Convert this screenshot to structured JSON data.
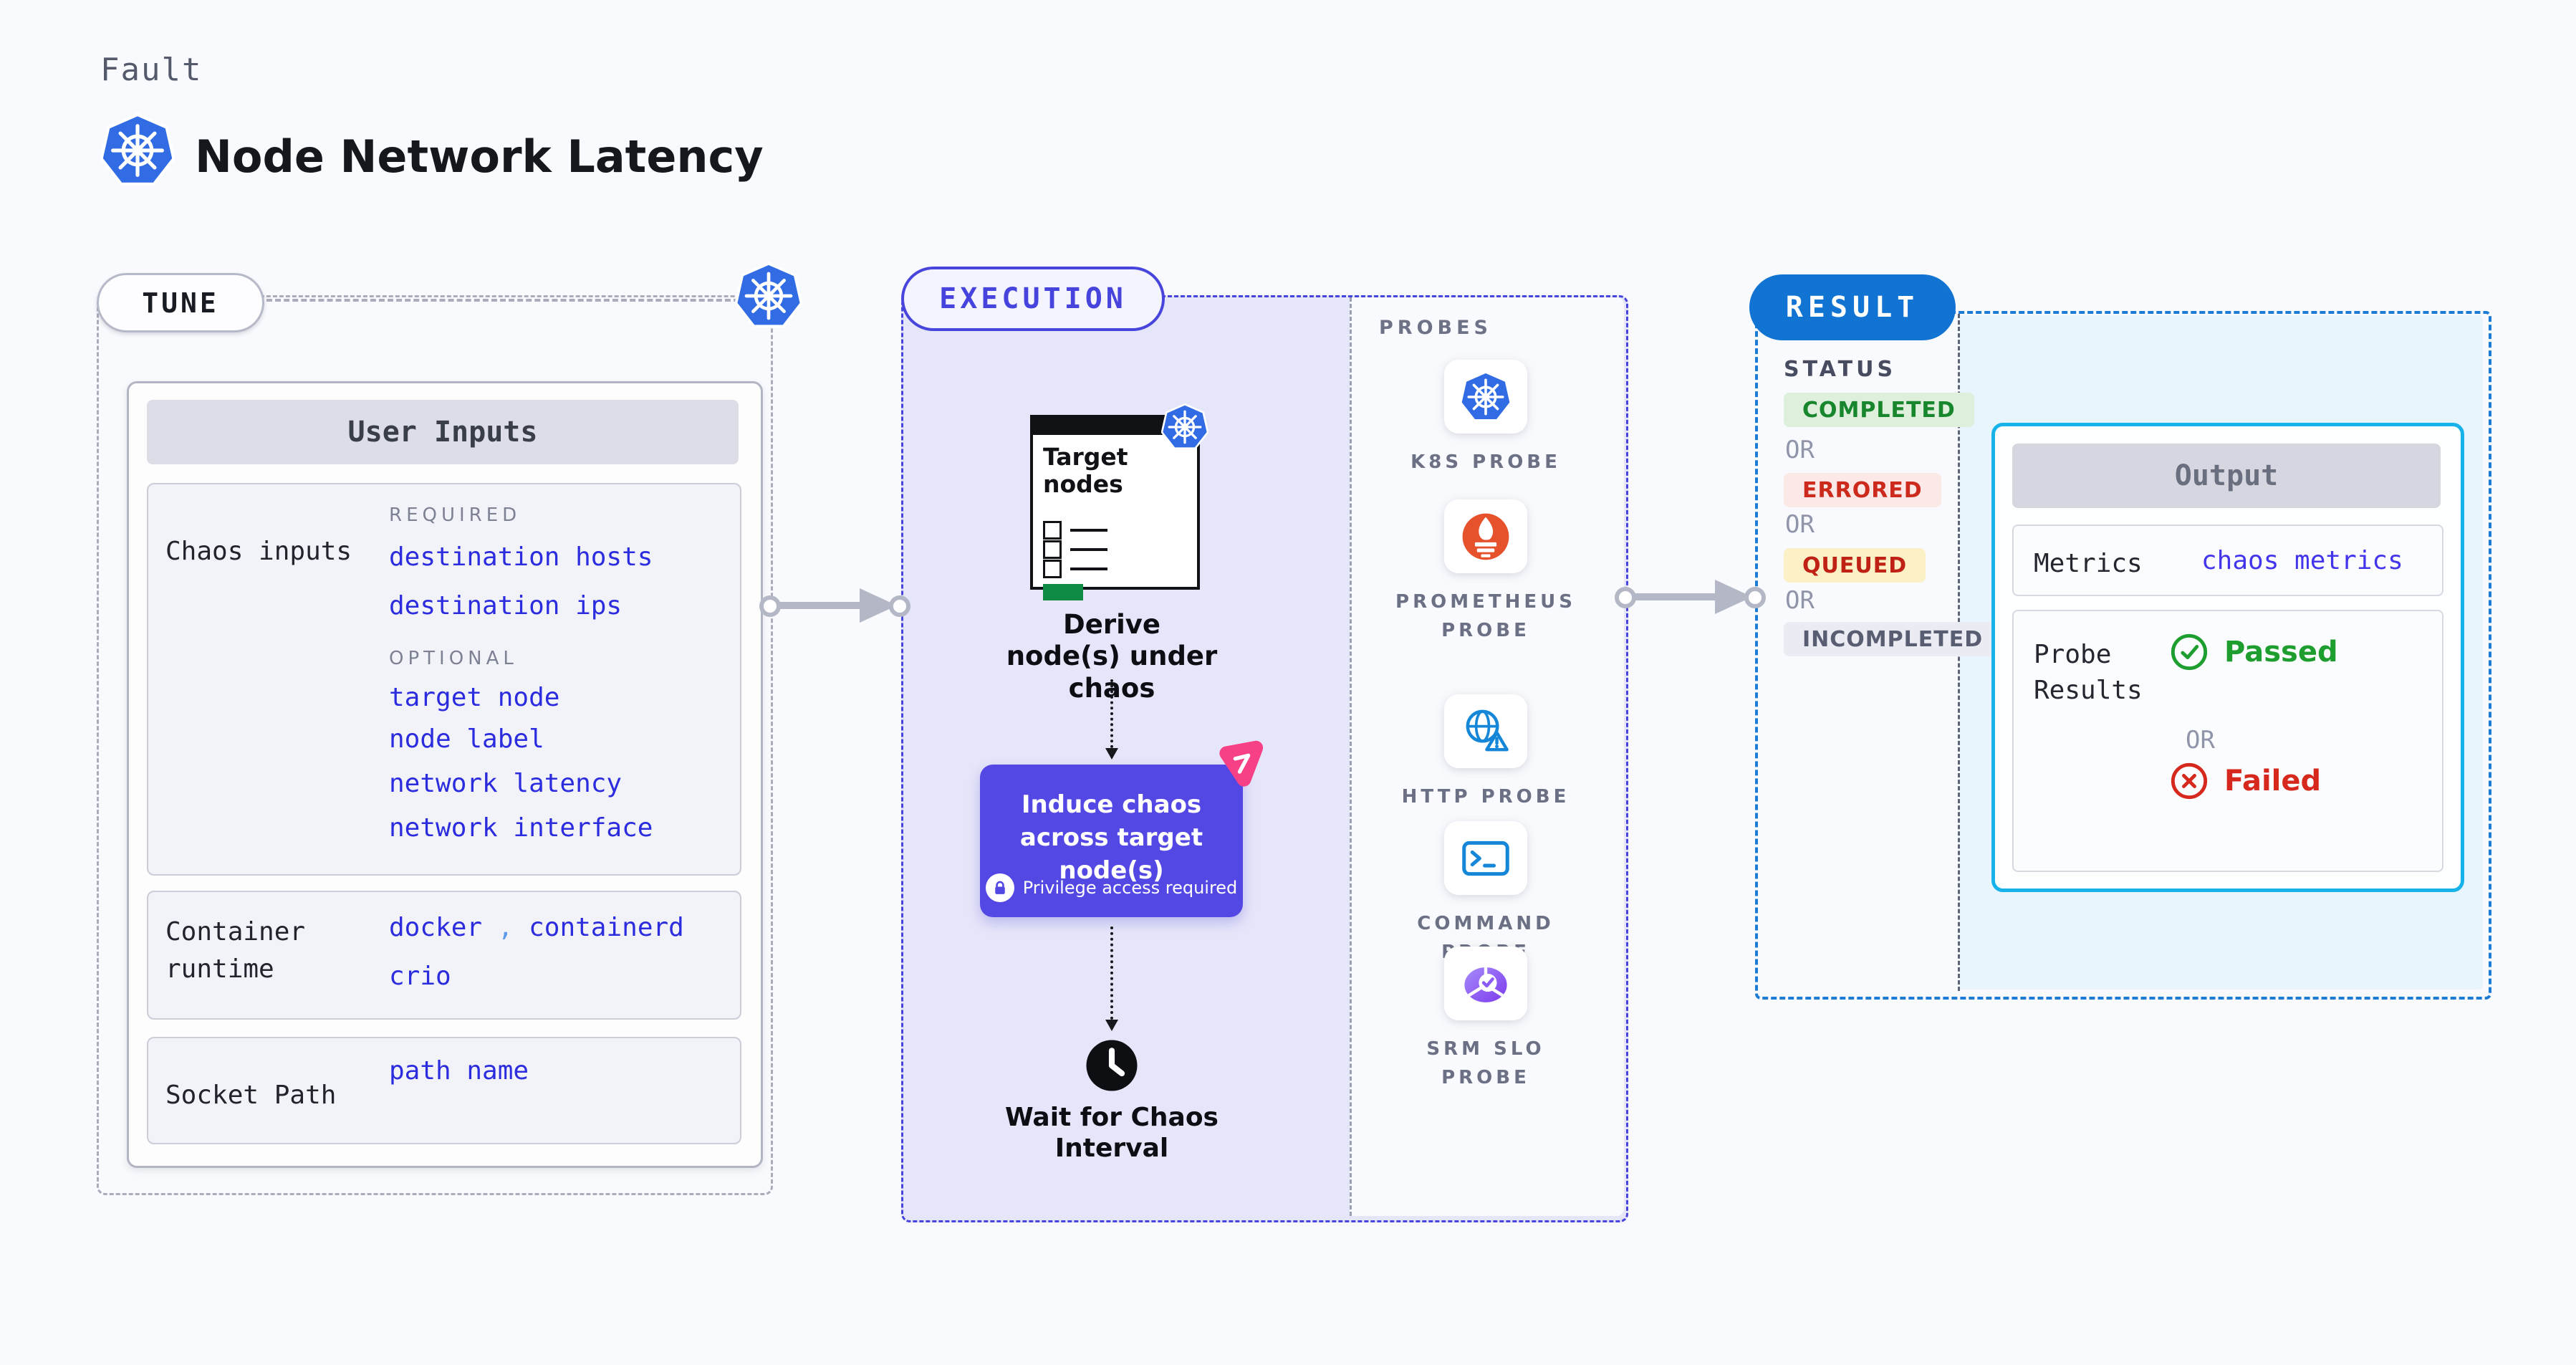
{
  "page": {
    "fault_label": "Fault",
    "title": "Node Network Latency"
  },
  "tune": {
    "pill": "TUNE",
    "user_inputs": {
      "header": "User Inputs",
      "chaos_row": {
        "label": "Chaos inputs",
        "required_heading": "REQUIRED",
        "required_links": [
          "destination hosts",
          "destination ips"
        ],
        "optional_heading": "OPTIONAL",
        "optional_links": [
          "target node",
          "node label",
          "network latency",
          "network interface"
        ]
      },
      "runtime_row": {
        "label": "Container runtime",
        "values": [
          "docker",
          "containerd",
          "crio"
        ],
        "separator": ","
      },
      "socket_row": {
        "label": "Socket Path",
        "value": "path name"
      }
    }
  },
  "execution": {
    "pill": "EXECUTION",
    "target_card": {
      "title": "Target nodes"
    },
    "derive_label": "Derive node(s) under chaos",
    "induce": {
      "title": "Induce chaos across target node(s)",
      "privilege": "Privilege access required"
    },
    "wait_label": "Wait for Chaos Interval",
    "probes": {
      "heading": "PROBES",
      "items": [
        "K8S PROBE",
        "PROMETHEUS PROBE",
        "HTTP PROBE",
        "COMMAND PROBE",
        "SRM SLO PROBE"
      ]
    }
  },
  "result": {
    "pill": "RESULT",
    "status": {
      "heading": "STATUS",
      "or": "OR",
      "badges": [
        "COMPLETED",
        "ERRORED",
        "QUEUED",
        "INCOMPLETED"
      ]
    },
    "output": {
      "header": "Output",
      "metrics_label": "Metrics",
      "metrics_value": "chaos metrics",
      "probe_label": "Probe Results",
      "passed": "Passed",
      "or": "OR",
      "failed": "Failed"
    }
  },
  "colors": {
    "page_bg": "#f9fafd",
    "k8s_blue": "#326ce5",
    "tune_gray": "#a9adbb",
    "execution_violet": "#4845dc",
    "execution_bg": "#e6e6fa",
    "induce_purple": "#5448e5",
    "litmus_pink": "#f74086",
    "result_blue": "#1173d2",
    "result_bg": "#e9f5fd",
    "output_border_cyan": "#17b2e9",
    "link_blue": "#2c2cdf",
    "completed_green": "#17862c",
    "errored_red": "#cd2a1e",
    "queued_red": "#bf2114",
    "incompleted_gray": "#585d72",
    "passed_green": "#1d9e2e",
    "failed_red": "#d6281c",
    "prometheus_orange": "#e6522c",
    "probe_icon_blue": "#1687d8",
    "srm_purple": "#7c3aed",
    "target_green": "#0e8a44"
  }
}
